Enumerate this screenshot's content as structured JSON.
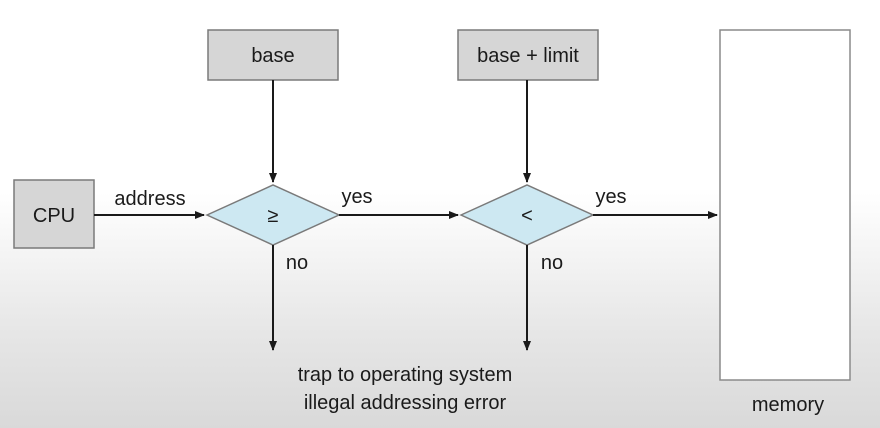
{
  "diagram": {
    "nodes": {
      "cpu": "CPU",
      "base": "base",
      "base_limit": "base + limit",
      "compare_ge": "≥",
      "compare_lt": "<",
      "memory": "memory"
    },
    "edges": {
      "address": "address",
      "yes_first": "yes",
      "yes_second": "yes",
      "no_first": "no",
      "no_second": "no"
    },
    "trap": {
      "line1": "trap to operating system",
      "line2": "illegal addressing error"
    }
  },
  "colors": {
    "box_fill": "#d6d6d6",
    "diamond_fill": "#cde8f2",
    "line": "#1a1a1a"
  }
}
